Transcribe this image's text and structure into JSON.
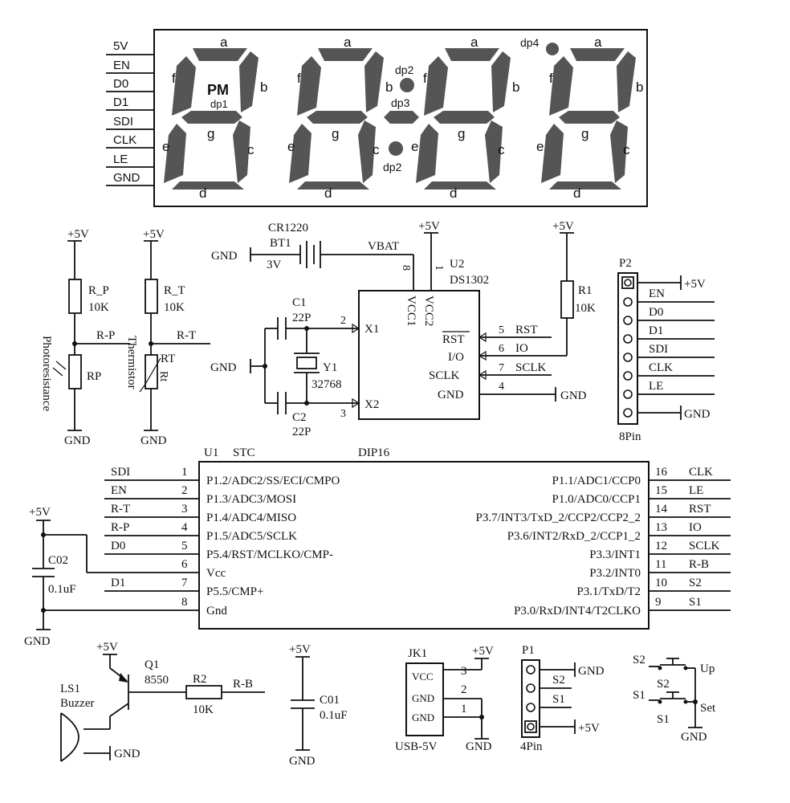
{
  "display": {
    "labels": [
      "5V",
      "EN",
      "D0",
      "D1",
      "SDI",
      "CLK",
      "LE",
      "GND"
    ],
    "seg": {
      "a": "a",
      "b": "b",
      "c": "c",
      "d": "d",
      "e": "e",
      "f": "f",
      "g": "g"
    },
    "pm": "PM",
    "dp1": "dp1",
    "dp2": "dp2",
    "dp3": "dp3",
    "dp4": "dp4"
  },
  "power": {
    "vcc": "+5V",
    "gnd": "GND"
  },
  "rp": {
    "ref": "R_P",
    "val": "10K",
    "net": "R-P",
    "part": "RP",
    "desc": "Photoresistance"
  },
  "rt": {
    "ref": "R_T",
    "val": "10K",
    "net": "R-T",
    "part": "RT",
    "desc": "Thermistor",
    "rt": "Rt"
  },
  "battery": {
    "type": "CR1220",
    "ref": "BT1",
    "volt": "3V",
    "net": "VBAT"
  },
  "rtc": {
    "ref": "U2",
    "part": "DS1302",
    "x1": "X1",
    "x2": "X2",
    "vcc1": "VCC1",
    "vcc2": "VCC2",
    "rst": "RST",
    "io": "I/O",
    "sclk": "SCLK",
    "gnd": "GND",
    "p1": "1",
    "p2": "2",
    "p3": "3",
    "p4": "4",
    "p5": "5",
    "p6": "6",
    "p7": "7",
    "p8": "8",
    "net_rst": "RST",
    "net_io": "IO",
    "net_sclk": "SCLK"
  },
  "c1": {
    "ref": "C1",
    "val": "22P"
  },
  "c2": {
    "ref": "C2",
    "val": "22P"
  },
  "y1": {
    "ref": "Y1",
    "val": "32768"
  },
  "r1": {
    "ref": "R1",
    "val": "10K"
  },
  "p2": {
    "ref": "P2",
    "desc": "8Pin",
    "pins": [
      "+5V",
      "EN",
      "D0",
      "D1",
      "SDI",
      "CLK",
      "LE",
      "GND"
    ]
  },
  "u1": {
    "ref": "U1",
    "brand": "STC",
    "pkg": "DIP16",
    "left": [
      {
        "net": "SDI",
        "num": "1",
        "fn": "P1.2/ADC2/SS/ECI/CMPO"
      },
      {
        "net": "EN",
        "num": "2",
        "fn": "P1.3/ADC3/MOSI"
      },
      {
        "net": "R-T",
        "num": "3",
        "fn": "P1.4/ADC4/MISO"
      },
      {
        "net": "R-P",
        "num": "4",
        "fn": "P1.5/ADC5/SCLK"
      },
      {
        "net": "D0",
        "num": "5",
        "fn": "P5.4/RST/MCLKO/CMP-"
      },
      {
        "net": "",
        "num": "6",
        "fn": "Vcc"
      },
      {
        "net": "D1",
        "num": "7",
        "fn": "P5.5/CMP+"
      },
      {
        "net": "",
        "num": "8",
        "fn": "Gnd"
      }
    ],
    "right": [
      {
        "net": "CLK",
        "num": "16",
        "fn": "P1.1/ADC1/CCP0"
      },
      {
        "net": "LE",
        "num": "15",
        "fn": "P1.0/ADC0/CCP1"
      },
      {
        "net": "RST",
        "num": "14",
        "fn": "P3.7/INT3/TxD_2/CCP2/CCP2_2"
      },
      {
        "net": "IO",
        "num": "13",
        "fn": "P3.6/INT2/RxD_2/CCP1_2"
      },
      {
        "net": "SCLK",
        "num": "12",
        "fn": "P3.3/INT1"
      },
      {
        "net": "R-B",
        "num": "11",
        "fn": "P3.2/INT0"
      },
      {
        "net": "S2",
        "num": "10",
        "fn": "P3.1/TxD/T2"
      },
      {
        "net": "S1",
        "num": "9",
        "fn": "P3.0/RxD/INT4/T2CLKO"
      }
    ]
  },
  "c02": {
    "ref": "C02",
    "val": "0.1uF"
  },
  "c01": {
    "ref": "C01",
    "val": "0.1uF"
  },
  "q1": {
    "ref": "Q1",
    "val": "8550"
  },
  "r2": {
    "ref": "R2",
    "val": "10K",
    "net": "R-B"
  },
  "ls1": {
    "ref": "LS1",
    "desc": "Buzzer"
  },
  "jk1": {
    "ref": "JK1",
    "pins": [
      "VCC",
      "GND",
      "GND"
    ],
    "nums": [
      "3",
      "2",
      "1"
    ],
    "desc": "USB-5V"
  },
  "p1": {
    "ref": "P1",
    "desc": "4Pin",
    "nets": [
      "GND",
      "S2",
      "S1",
      "+5V"
    ]
  },
  "sw": {
    "s2": "S2",
    "s1": "S1",
    "up": "Up",
    "set": "Set"
  }
}
